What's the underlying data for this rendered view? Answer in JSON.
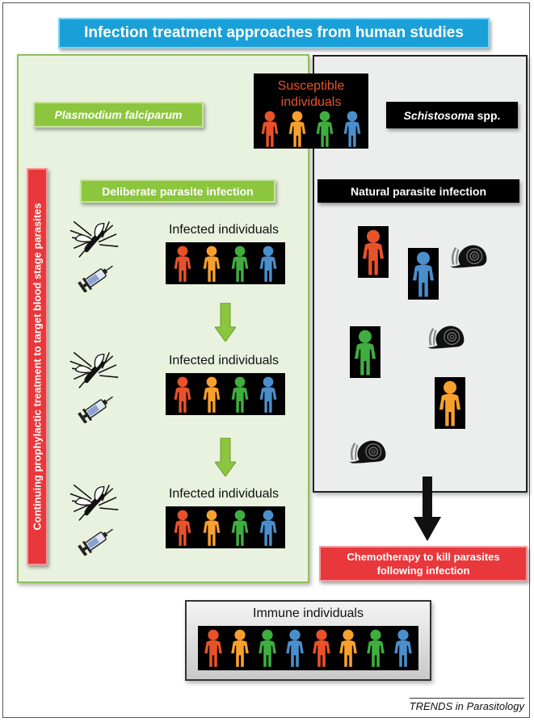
{
  "title": "Infection treatment approaches from human studies",
  "left_panel": {
    "organism_label": "Plasmodium falciparum",
    "method_label": "Deliberate parasite infection",
    "vertical_label": "Continuing prophylactic treatment to target blood stage parasites",
    "stages": [
      {
        "caption": "Infected individuals"
      },
      {
        "caption": "Infected individuals"
      },
      {
        "caption": "Infected individuals"
      }
    ]
  },
  "center": {
    "susceptible_label_line1": "Susceptible",
    "susceptible_label_line2": "individuals"
  },
  "right_panel": {
    "organism_label_italic": "Schistosoma",
    "organism_label_rest": " spp.",
    "method_label": "Natural parasite infection"
  },
  "chemo_label_line1": "Chemotherapy to kill parasites",
  "chemo_label_line2": "following infection",
  "immune_caption": "Immune individuals",
  "footer": "TRENDS in Parasitology",
  "colors": {
    "person_red": "#e8522a",
    "person_orange": "#f7a02e",
    "person_green": "#3fae3f",
    "person_blue": "#4a8fcc",
    "title_blue": "#1aa0d8",
    "label_green": "#8cc63f",
    "label_red": "#e8383c"
  }
}
